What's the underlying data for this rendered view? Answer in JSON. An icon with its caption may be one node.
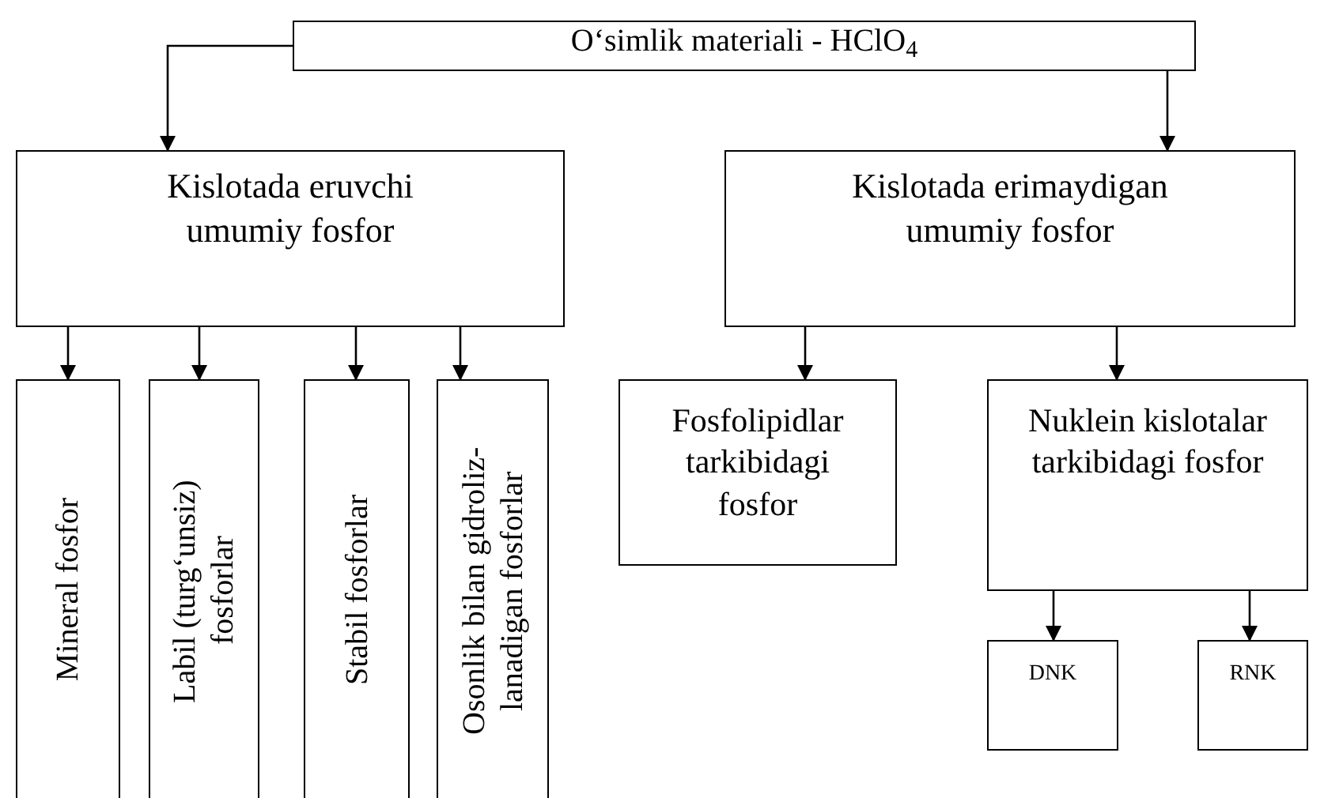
{
  "diagram": {
    "nodes": [
      {
        "text": [
          "O‘simlik materiali - HClO$_{4}$"
        ]
      },
      {
        "text": [
          "Kislotada eruvchi umumiy fosfor"
        ]
      },
      {
        "text": [
          "Kislotada erimaydigan umumiy fosfor"
        ]
      },
      {
        "text": [
          "Mineral fosfor"
        ]
      },
      {
        "text": [
          "Labil (turg‘unsiz) fosforlar"
        ]
      },
      {
        "text": [
          "Stabil fosforlar"
        ]
      },
      {
        "text": [
          "Osonlik bilan gidroliz-lanadigan fosforlar"
        ]
      },
      {
        "text": [
          "Fosfolipidlar tarkibidagi fosfor"
        ]
      },
      {
        "text": [
          "Nuklein kislotalar tarkibidagi fosfor"
        ]
      },
      {
        "text": [
          "DNK"
        ]
      },
      {
        "text": [
          "RNK"
        ]
      }
    ],
    "edges": [
      {
        "from": 0,
        "to": 1,
        "arrow": "to"
      },
      {
        "from": 0,
        "to": 2,
        "arrow": "to"
      },
      {
        "from": 1,
        "to": 3,
        "arrow": "to"
      },
      {
        "from": 1,
        "to": 4,
        "arrow": "to"
      },
      {
        "from": 1,
        "to": 5,
        "arrow": "to"
      },
      {
        "from": 1,
        "to": 6,
        "arrow": "to"
      },
      {
        "from": 2,
        "to": 7,
        "arrow": "to"
      },
      {
        "from": 2,
        "to": 8,
        "arrow": "to"
      },
      {
        "from": 8,
        "to": 9,
        "arrow": "to"
      },
      {
        "from": 8,
        "to": 10,
        "arrow": "to"
      }
    ]
  }
}
